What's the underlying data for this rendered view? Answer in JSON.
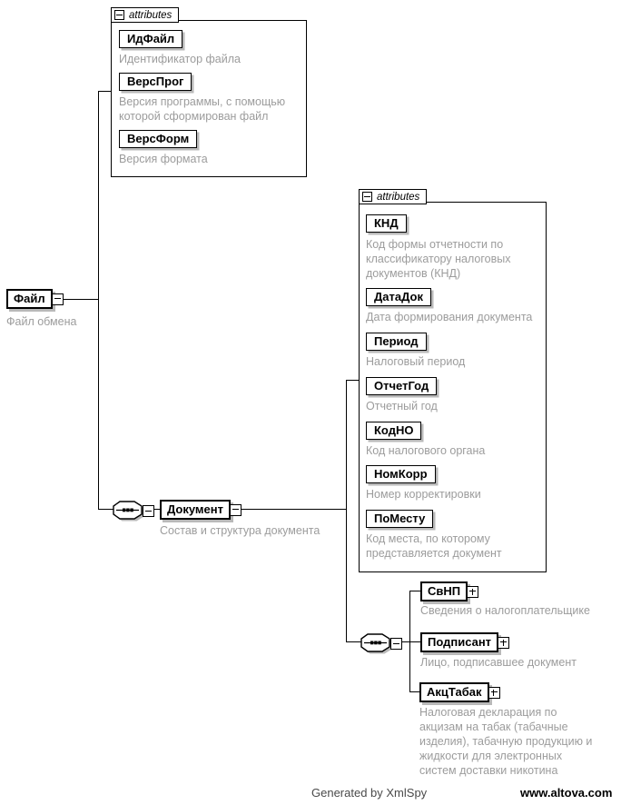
{
  "diagram": {
    "file_element": {
      "name": "Файл",
      "annotation": "Файл обмена"
    },
    "file_attributes": {
      "header": "attributes",
      "items": [
        {
          "name": "ИдФайл",
          "annotation": "Идентификатор файла"
        },
        {
          "name": "ВерсПрог",
          "annotation": "Версия программы, с помощью\nкоторой сформирован файл"
        },
        {
          "name": "ВерсФорм",
          "annotation": "Версия формата"
        }
      ]
    },
    "document_element": {
      "name": "Документ",
      "annotation": "Состав и структура документа"
    },
    "document_attributes": {
      "header": "attributes",
      "items": [
        {
          "name": "КНД",
          "annotation": "Код формы отчетности по\nклассификатору налоговых\nдокументов (КНД)"
        },
        {
          "name": "ДатаДок",
          "annotation": "Дата формирования документа"
        },
        {
          "name": "Период",
          "annotation": "Налоговый период"
        },
        {
          "name": "ОтчетГод",
          "annotation": "Отчетный год"
        },
        {
          "name": "КодНО",
          "annotation": "Код налогового органа"
        },
        {
          "name": "НомКорр",
          "annotation": "Номер корректировки"
        },
        {
          "name": "ПоМесту",
          "annotation": "Код места, по которому\nпредставляется документ"
        }
      ]
    },
    "document_children": [
      {
        "name": "СвНП",
        "annotation": "Сведения о налогоплательщике"
      },
      {
        "name": "Подписант",
        "annotation": "Лицо, подписавшее документ"
      },
      {
        "name": "АкцТабак",
        "annotation": "Налоговая декларация по\nакцизам на табак (табачные\nизделия), табачную продукцию и\nжидкости для электронных\nсистем доставки никотина"
      }
    ]
  },
  "footer": {
    "generated_by": "Generated by XmlSpy",
    "website": "www.altova.com"
  },
  "colors": {
    "border": "#000000",
    "annotation": "#9c9c9c",
    "shadow": "#b9b9b9",
    "background": "#ffffff"
  }
}
